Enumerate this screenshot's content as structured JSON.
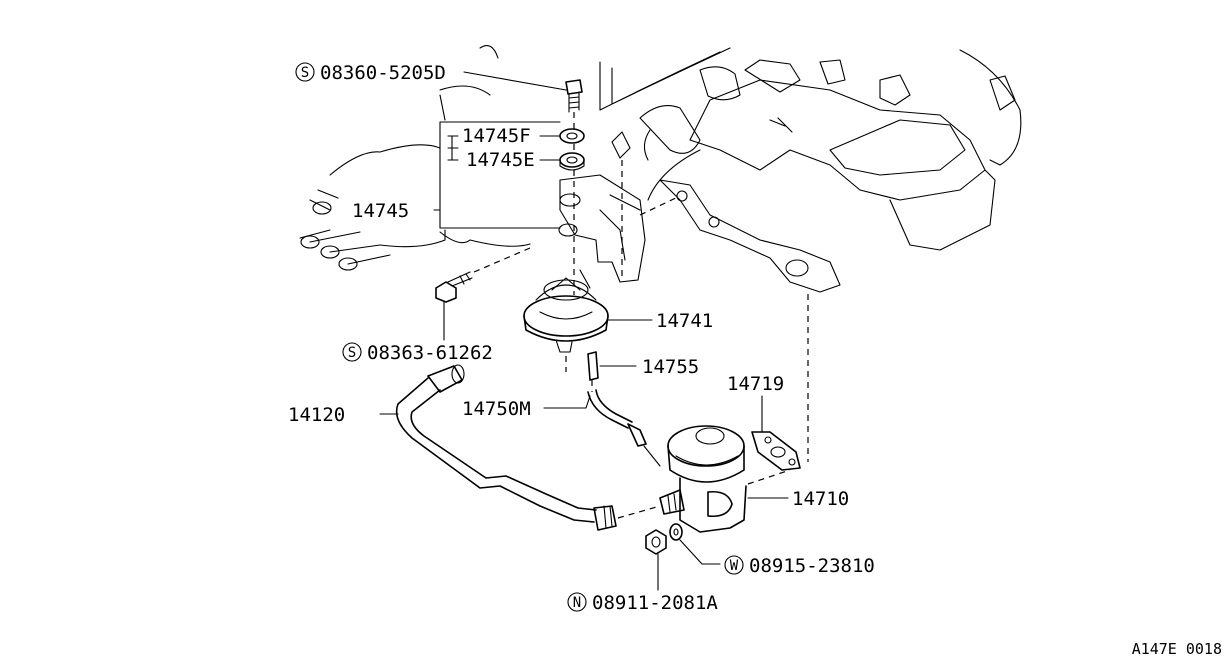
{
  "diagram_code": "A147E 0018",
  "labels": {
    "bolt_top": {
      "prefix": "S",
      "number": "08360-5205D"
    },
    "washer_f": {
      "number": "14745F"
    },
    "washer_e": {
      "number": "14745E"
    },
    "bracket": {
      "number": "14745"
    },
    "bolt_side": {
      "prefix": "S",
      "number": "08363-61262"
    },
    "modulator": {
      "number": "14741"
    },
    "connector": {
      "number": "14755"
    },
    "tube": {
      "number": "14750M"
    },
    "pipe": {
      "number": "14120"
    },
    "gasket": {
      "number": "14719"
    },
    "valve": {
      "number": "14710"
    },
    "washer_w": {
      "prefix": "W",
      "number": "08915-23810"
    },
    "nut": {
      "prefix": "N",
      "number": "08911-2081A"
    }
  }
}
